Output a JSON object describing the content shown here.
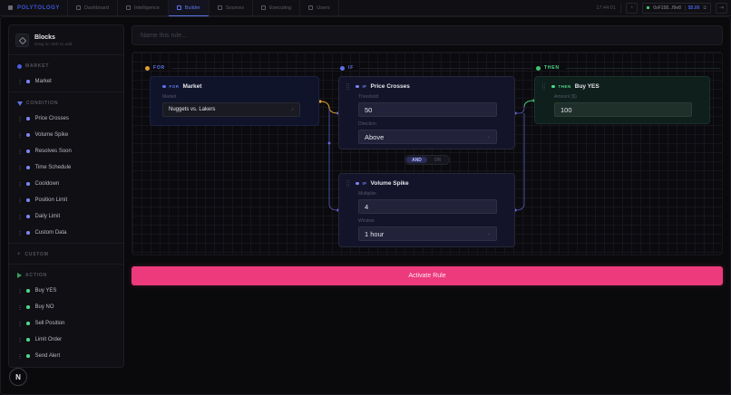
{
  "topbar": {
    "brand": "POLYTOLOGY",
    "tabs": [
      {
        "label": "Dashboard",
        "icon": "grid-icon",
        "active": false
      },
      {
        "label": "Intelligence",
        "icon": "chart-icon",
        "active": false
      },
      {
        "label": "Builder",
        "icon": "builder-icon",
        "active": true
      },
      {
        "label": "Sources",
        "icon": "database-icon",
        "active": false
      },
      {
        "label": "Executing",
        "icon": "activity-icon",
        "active": false
      },
      {
        "label": "Users",
        "icon": "users-icon",
        "active": false
      }
    ],
    "clock": "17:44:01",
    "wallet_address": "0xF158...f9e8",
    "balance": "$5.00"
  },
  "sidebar": {
    "title": "Blocks",
    "subtitle": "Drag or click to add",
    "sections": [
      {
        "label": "MARKET",
        "items": [
          "Market"
        ]
      },
      {
        "label": "CONDITION",
        "items": [
          "Price Crosses",
          "Volume Spike",
          "Resolves Soon",
          "Time Schedule",
          "Cooldown",
          "Position Limit",
          "Daily Limit",
          "Custom Data"
        ]
      },
      {
        "label": "CUSTOM",
        "items": []
      },
      {
        "label": "ACTION",
        "items": [
          "Buy YES",
          "Buy NO",
          "Sell Position",
          "Limit Order",
          "Send Alert"
        ]
      }
    ]
  },
  "avatar_letter": "N",
  "rule_name_placeholder": "Name this rule...",
  "canvas": {
    "columns": {
      "for": "FOR",
      "if": "IF",
      "then": "THEN"
    },
    "for_node": {
      "tag": "FOR",
      "title": "Market",
      "field_label": "Market",
      "field_value": "Nuggets vs. Lakers"
    },
    "if_node_1": {
      "tag": "IF",
      "title": "Price Crosses",
      "field1_label": "Threshold",
      "field1_value": "50",
      "field2_label": "Direction",
      "field2_value": "Above"
    },
    "logic": {
      "and": "AND",
      "or": "OR",
      "selected": "AND"
    },
    "if_node_2": {
      "tag": "IF",
      "title": "Volume Spike",
      "field1_label": "Multiplier",
      "field1_value": "4",
      "field2_label": "Window",
      "field2_value": "1 hour"
    },
    "then_node": {
      "tag": "THEN",
      "title": "Buy YES",
      "field_label": "Amount ($)",
      "field_value": "100"
    }
  },
  "activate_label": "Activate Rule",
  "colors": {
    "accent": "#5d74e8",
    "for": "#e0a030",
    "then": "#3ec46d",
    "activate": "#ec3a7c"
  }
}
